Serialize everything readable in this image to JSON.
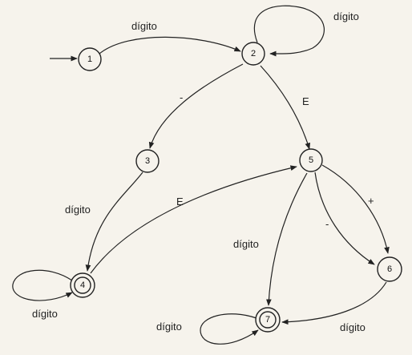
{
  "diagram": {
    "states": [
      {
        "id": "1",
        "label": "1",
        "accepting": false,
        "start": true
      },
      {
        "id": "2",
        "label": "2",
        "accepting": false
      },
      {
        "id": "3",
        "label": "3",
        "accepting": false
      },
      {
        "id": "4",
        "label": "4",
        "accepting": true
      },
      {
        "id": "5",
        "label": "5",
        "accepting": false
      },
      {
        "id": "6",
        "label": "6",
        "accepting": false
      },
      {
        "id": "7",
        "label": "7",
        "accepting": true
      }
    ],
    "transitions": [
      {
        "from": "1",
        "to": "2",
        "label": "dígito"
      },
      {
        "from": "2",
        "to": "2",
        "label": "dígito"
      },
      {
        "from": "2",
        "to": "3",
        "label": "-"
      },
      {
        "from": "2",
        "to": "5",
        "label": "E"
      },
      {
        "from": "3",
        "to": "4",
        "label": "dígito"
      },
      {
        "from": "4",
        "to": "4",
        "label": "dígito"
      },
      {
        "from": "4",
        "to": "5",
        "label": "E"
      },
      {
        "from": "5",
        "to": "6",
        "label": "+"
      },
      {
        "from": "5",
        "to": "6",
        "label": "-"
      },
      {
        "from": "5",
        "to": "7",
        "label": "dígito"
      },
      {
        "from": "6",
        "to": "7",
        "label": "dígito"
      },
      {
        "from": "7",
        "to": "7",
        "label": "dígito"
      }
    ]
  }
}
